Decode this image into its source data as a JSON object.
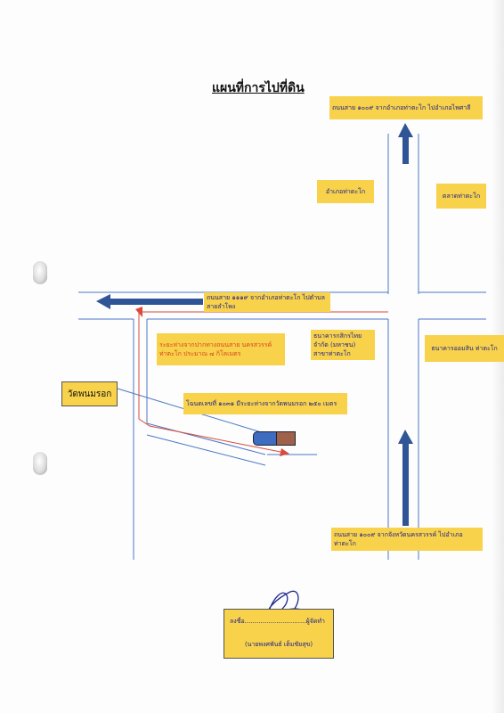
{
  "title": "แผนที่การไปที่ดิน",
  "labels": {
    "road_1009_north": "ถนนสาย ๑๐๐๙ จากอำเภอท่าตะโก ไปอำเภอไพศาลี",
    "district_office": "อำเภอท่าตะโก",
    "market": "ตลาดท่าตะโก",
    "road_1119": "ถนนสาย ๑๑๑๙ จากอำเภอท่าตะโก ไปตำบลสายลำโพง",
    "distance_note": "ระยะห่างจากปากทางถนนสาย นครสวรรค์ ท่าตะโก ประมาณ ๗ กิโลเมตร",
    "kasikorn_bank": "ธนาคารกสิกรไทย จำกัด (มหาชน) สาขาท่าตะโก",
    "gsb_bank": "ธนาคารออมสิน ท่าตะโก",
    "temple": "วัดพนมรอก",
    "plot_note": "โฉนดเลขที่ ๑๐๓๑ มีระยะห่างจากวัดพนมรอก ๒๕๐ เมตร",
    "road_1009_south": "ถนนสาย ๑๐๐๙ จากจังหวัดนครสวรรค์ ไปอำเภอท่าตะโก"
  },
  "signature": {
    "sign_line": "ลงชื่อ...............................ผู้จัดทำ",
    "name": "(นายพงศพันธ์ เต็มชัยสุข)"
  },
  "colors": {
    "label_bg": "#f7d24a",
    "road_line": "#4a78c8",
    "route_line": "#d94a3a",
    "arrow": "#2f5597",
    "label_text": "#1e1e8c"
  }
}
